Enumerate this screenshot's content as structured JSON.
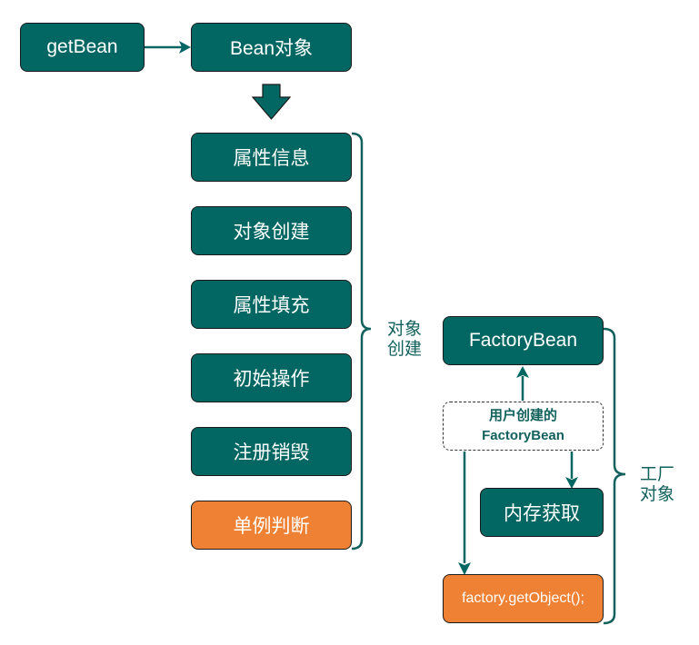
{
  "colors": {
    "teal": "#026763",
    "orange": "#ee8133",
    "label": "#12615d"
  },
  "top": {
    "get_bean": "getBean",
    "bean_object": "Bean对象"
  },
  "steps": [
    {
      "label": "属性信息",
      "color": "teal"
    },
    {
      "label": "对象创建",
      "color": "teal"
    },
    {
      "label": "属性填充",
      "color": "teal"
    },
    {
      "label": "初始操作",
      "color": "teal"
    },
    {
      "label": "注册销毁",
      "color": "teal"
    },
    {
      "label": "单例判断",
      "color": "orange"
    }
  ],
  "brace_left_label": [
    "对象",
    "创建"
  ],
  "factory": {
    "factory_bean": "FactoryBean",
    "user_created": [
      "用户创建的",
      "FactoryBean"
    ],
    "memory_fetch": "内存获取",
    "get_object": "factory.getObject();"
  },
  "brace_right_label": [
    "工厂",
    "对象"
  ]
}
